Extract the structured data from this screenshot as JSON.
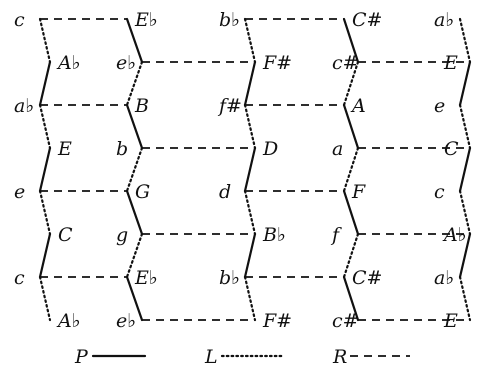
{
  "tonnetz": {
    "rows": [
      [
        "c",
        "E♭",
        "b♭",
        "C#",
        "a♭"
      ],
      [
        "A♭",
        "e♭",
        "F#",
        "c#",
        "E"
      ],
      [
        "a♭",
        "B",
        "f#",
        "A",
        "e"
      ],
      [
        "E",
        "b",
        "D",
        "a",
        "C"
      ],
      [
        "e",
        "G",
        "d",
        "F",
        "c"
      ],
      [
        "C",
        "g",
        "B♭",
        "f",
        "A♭"
      ],
      [
        "c",
        "E♭",
        "b♭",
        "C#",
        "a♭"
      ],
      [
        "A♭",
        "e♭",
        "F#",
        "c#",
        "E"
      ]
    ]
  },
  "legend": {
    "p_label": "P",
    "l_label": "L",
    "r_label": "R"
  }
}
